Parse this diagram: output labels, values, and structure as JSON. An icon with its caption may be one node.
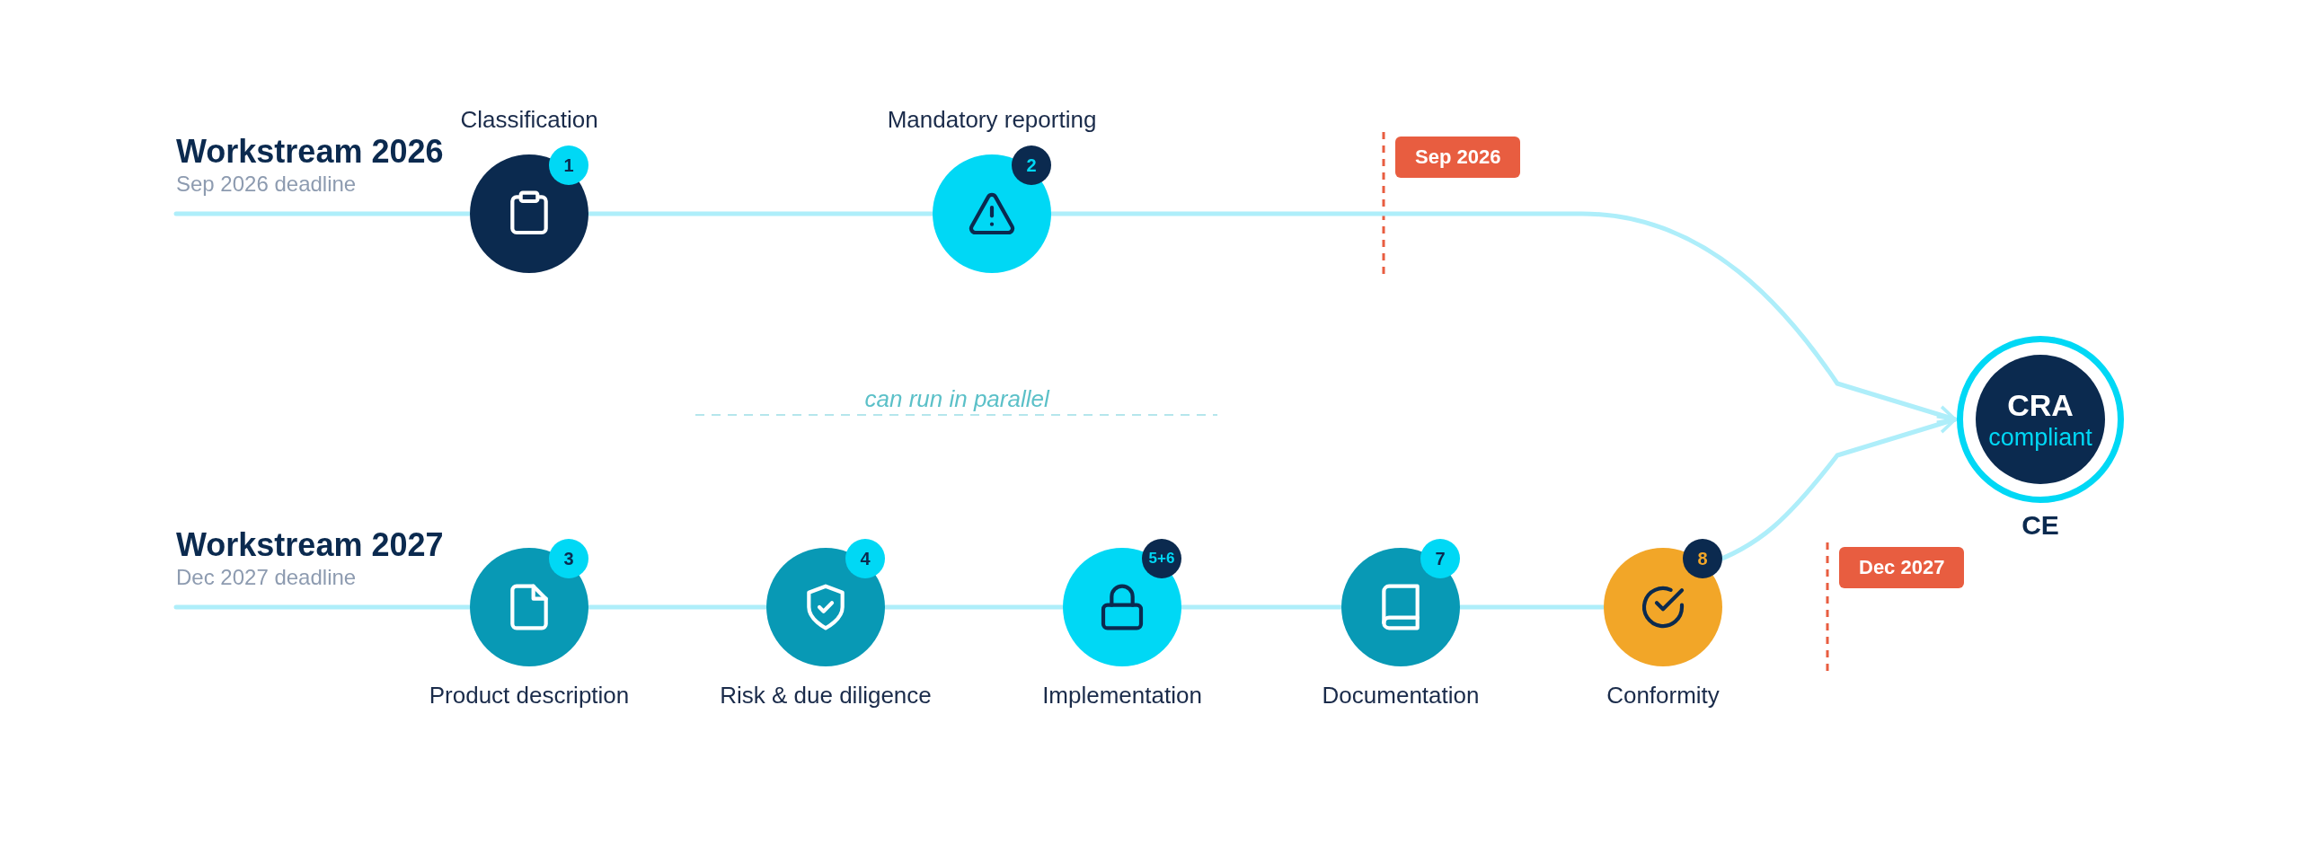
{
  "diagram": {
    "nodes": [
      {
        "text": [
          "Workstream 2026",
          "Sep 2026 deadline"
        ]
      },
      {
        "text": [
          "Classification",
          "1"
        ]
      },
      {
        "text": [
          "Mandatory reporting",
          "2"
        ]
      },
      {
        "text": [
          "Sep 2026"
        ]
      },
      {
        "text": [
          "Workstream 2027",
          "Dec 2027 deadline"
        ]
      },
      {
        "text": [
          "3",
          "Product description"
        ]
      },
      {
        "text": [
          "4",
          "Risk & due diligence"
        ]
      },
      {
        "text": [
          "5+6",
          "Implementation"
        ]
      },
      {
        "text": [
          "7",
          "Documentation"
        ]
      },
      {
        "text": [
          "8",
          "Conformity"
        ]
      },
      {
        "text": [
          "Dec 2027"
        ]
      },
      {
        "text": [
          "CRA",
          "compliant",
          "CE"
        ]
      }
    ],
    "edges": [
      {
        "from": 0,
        "to": 1,
        "arrow": "none"
      },
      {
        "from": 1,
        "to": 2,
        "arrow": "none"
      },
      {
        "from": 2,
        "to": 11,
        "arrow": "to"
      },
      {
        "from": 4,
        "to": 5,
        "arrow": "none"
      },
      {
        "from": 5,
        "to": 6,
        "arrow": "none"
      },
      {
        "from": 6,
        "to": 7,
        "arrow": "none"
      },
      {
        "from": 7,
        "to": 8,
        "arrow": "none"
      },
      {
        "from": 8,
        "to": 9,
        "arrow": "none"
      },
      {
        "from": 9,
        "to": 11,
        "arrow": "to"
      }
    ],
    "labels": [
      "can run in parallel"
    ]
  }
}
